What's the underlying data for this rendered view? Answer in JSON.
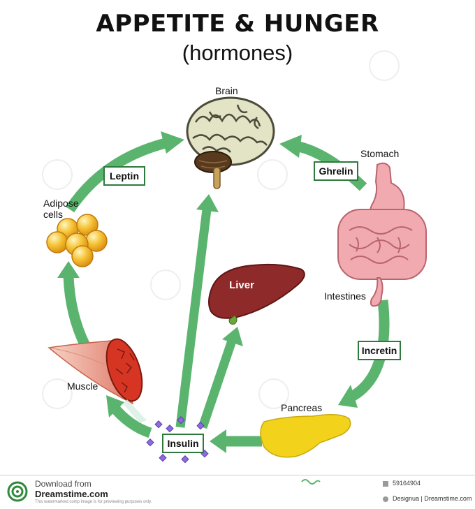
{
  "title": "APPETITE & HUNGER",
  "subtitle": "(hormones)",
  "organs": {
    "brain": "Brain",
    "stomach": "Stomach",
    "adipose": "Adipose\ncells",
    "liver": "Liver",
    "intestines": "Intestines",
    "muscle": "Muscle",
    "pancreas": "Pancreas"
  },
  "hormones": {
    "leptin": "Leptin",
    "ghrelin": "Ghrelin",
    "incretin": "Incretin",
    "insulin": "Insulin"
  },
  "colors": {
    "arrow": "#5ab46e",
    "box_border": "#2e7a3c",
    "liver": "#8e2a2a",
    "pancreas": "#f2d21b",
    "fat": "#f5b62a",
    "brain": "#e3e4c6",
    "intestine": "#f1aab0"
  },
  "footer": {
    "download_line": "Download from",
    "site": "Dreamstime.com",
    "notice": "This watermarked comp image is for previewing purposes only.",
    "image_id": "59164904",
    "credit": "Designua | Dreamstime.com"
  }
}
